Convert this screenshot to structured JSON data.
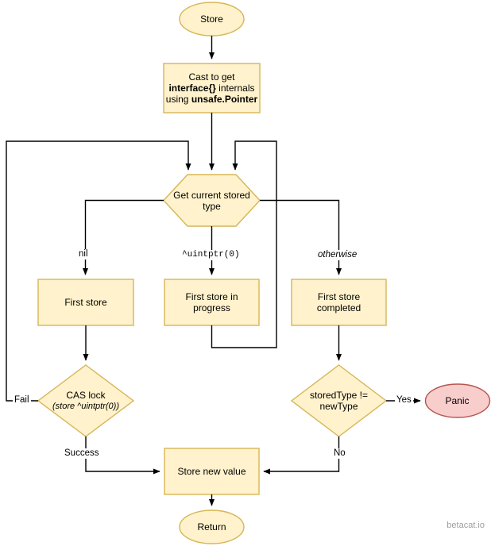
{
  "diagram": {
    "title": "Store",
    "watermark": "betacat.io",
    "colors": {
      "node_fill": "#fff2cc",
      "node_stroke": "#d6b656",
      "panic_fill": "#f8cecc",
      "panic_stroke": "#b85450",
      "edge_stroke": "#000000",
      "background": "#ffffff",
      "watermark_text": "#9e9e9e"
    },
    "nodes": {
      "start": {
        "label": "Store",
        "shape": "ellipse"
      },
      "cast": {
        "shape": "rect",
        "line1": "Cast to get",
        "line2_bold": "interface{}",
        "line2_rest": " internals",
        "line3_pre": "using ",
        "line3_bold": "unsafe.Pointer"
      },
      "get_type": {
        "label": "Get current stored\ntype",
        "shape": "hexagon"
      },
      "first_store": {
        "label": "First store",
        "shape": "rect"
      },
      "first_store_in_progress": {
        "label": "First store in\nprogress",
        "shape": "rect"
      },
      "first_store_completed": {
        "label": "First store\ncompleted",
        "shape": "rect"
      },
      "cas_lock": {
        "label": "CAS lock",
        "sublabel": "(store ^uintptr(0))",
        "shape": "diamond"
      },
      "type_check": {
        "label": "storedType !=\nnewType",
        "shape": "diamond"
      },
      "panic": {
        "label": "Panic",
        "shape": "ellipse"
      },
      "store_new_value": {
        "label": "Store new value",
        "shape": "rect"
      },
      "return": {
        "label": "Return",
        "shape": "ellipse"
      }
    },
    "edge_labels": {
      "nil": "nil",
      "uintptr_zero": "^uintptr(0)",
      "otherwise": "otherwise",
      "fail": "Fail",
      "success": "Success",
      "yes": "Yes",
      "no": "No"
    }
  }
}
